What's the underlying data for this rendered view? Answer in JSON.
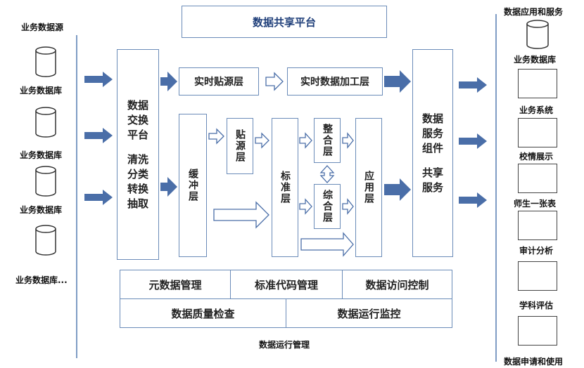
{
  "platform_title": "数据共享平台",
  "left": {
    "header": "业务数据源",
    "sources": [
      "业务数据库",
      "业务数据库",
      "业务数据库",
      "业务数据库..."
    ]
  },
  "exchange": {
    "line1": "数据",
    "line2": "交换",
    "line3": "平台",
    "line4": "清洗",
    "line5": "分类",
    "line6": "转换",
    "line7": "抽取"
  },
  "layers": {
    "realtime_source": "实时贴源层",
    "realtime_process": "实时数据加工层",
    "buffer": "缓冲层",
    "source": "贴源层",
    "standard": "标准层",
    "integrate": "整合层",
    "composite": "综合层",
    "application": "应用层"
  },
  "service": {
    "line1": "数据",
    "line2": "服务",
    "line3": "组件",
    "line4": "共享",
    "line5": "服务"
  },
  "management": {
    "row1": [
      "元数据管理",
      "标准代码管理",
      "数据访问控制"
    ],
    "row2": [
      "数据质量检查",
      "数据运行监控"
    ],
    "caption": "数据运行管理"
  },
  "right": {
    "header": "数据应用和服务",
    "items": [
      "业务数据库",
      "业务系统",
      "校情展示",
      "师生一张表",
      "审计分析",
      "学科评估"
    ],
    "footer": "数据申请和使用"
  },
  "colors": {
    "border": "#6a8bb8",
    "arrow_fill": "#4a6ea8"
  }
}
